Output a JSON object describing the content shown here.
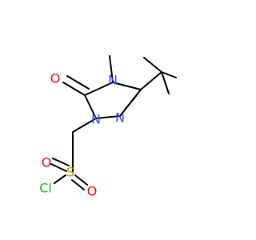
{
  "molecule": {
    "atoms": {
      "oxygen_carbonyl": {
        "symbol": "O",
        "color": "#ff0d0d"
      },
      "nitrogen_4": {
        "symbol": "N",
        "color": "#3050f8"
      },
      "nitrogen_1": {
        "symbol": "N",
        "color": "#3050f8"
      },
      "nitrogen_2": {
        "symbol": "N",
        "color": "#3050f8"
      },
      "sulfur": {
        "symbol": "S",
        "color": "#b8a000"
      },
      "oxygen_sulfonyl_left": {
        "symbol": "O",
        "color": "#ff0d0d"
      },
      "oxygen_sulfonyl_bottom": {
        "symbol": "O",
        "color": "#ff0d0d"
      },
      "chlorine": {
        "symbol": "Cl",
        "color": "#1fc01f"
      }
    }
  }
}
